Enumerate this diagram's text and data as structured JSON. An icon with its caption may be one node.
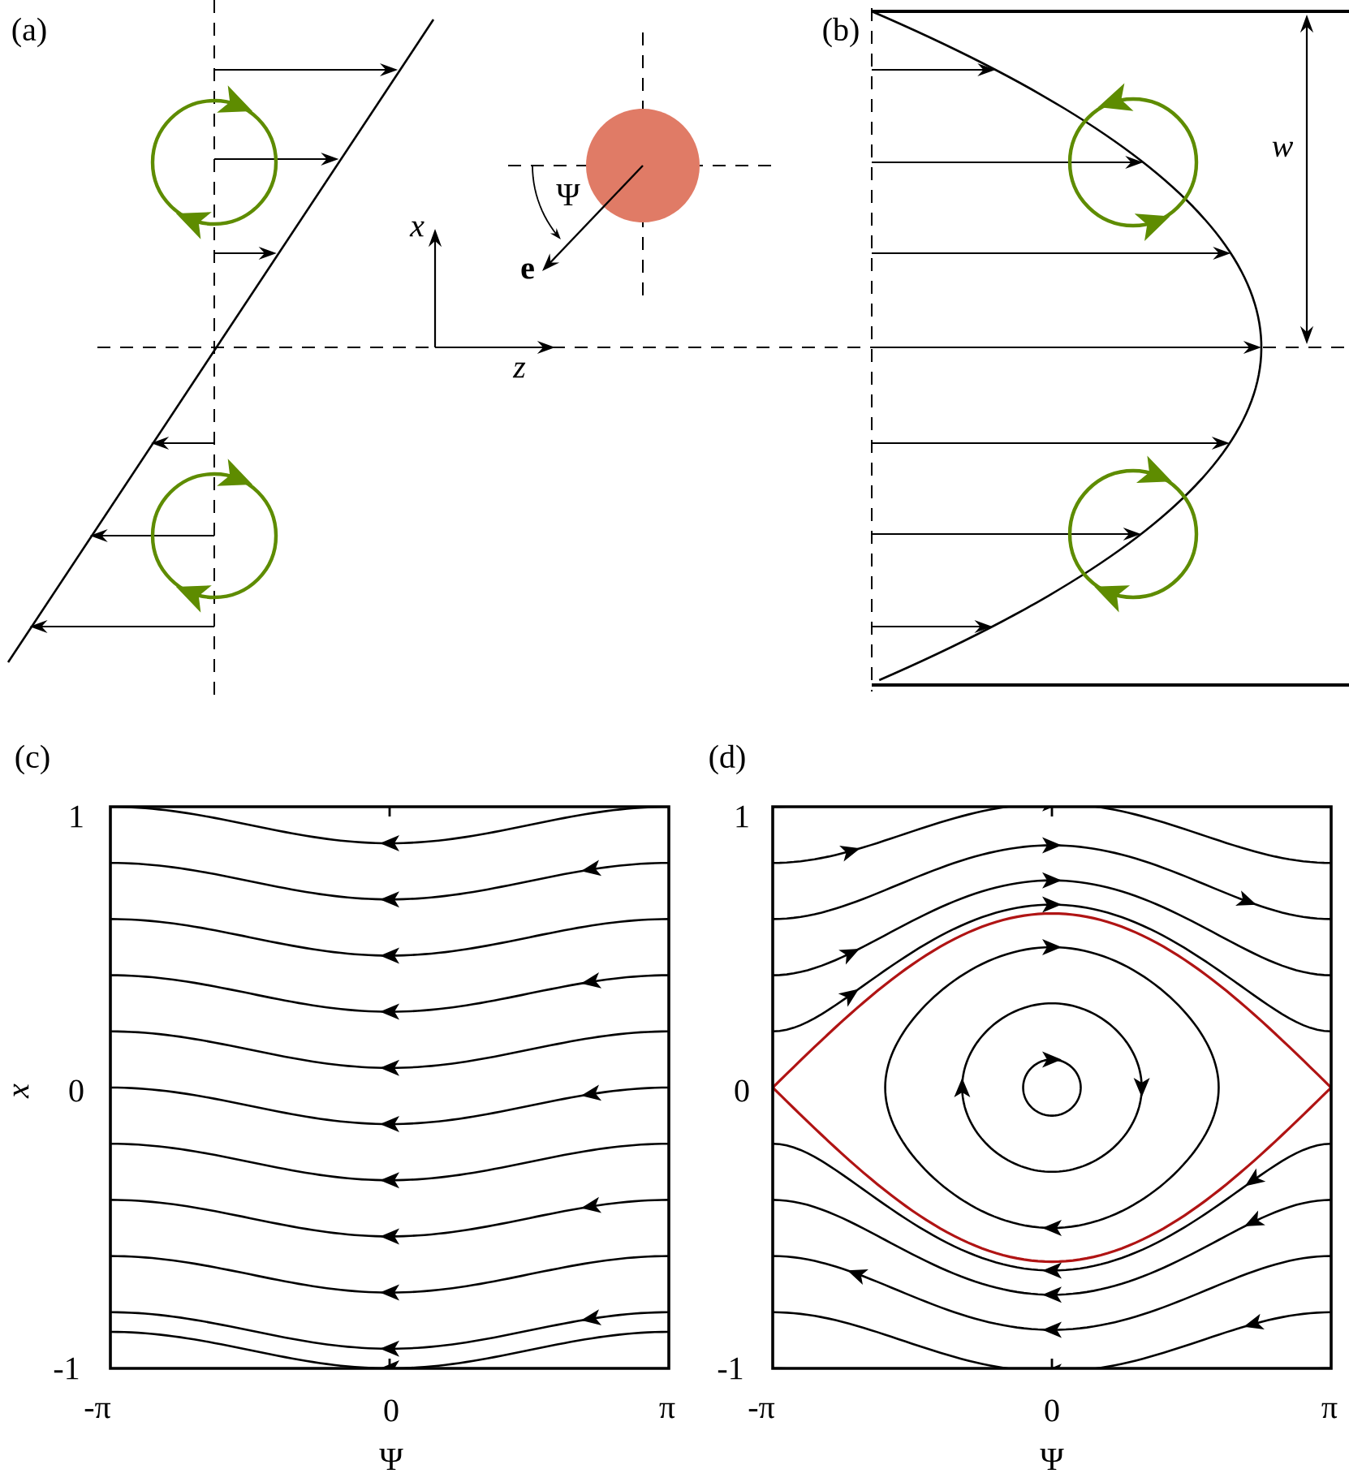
{
  "diagram": {
    "labels": [
      "(a)",
      "x",
      "z",
      "Ψ",
      "e",
      "(b)",
      "w",
      "(c)",
      "1",
      "0",
      "-1",
      "x",
      "-π",
      "0",
      "π",
      "Ψ",
      "(d)",
      "1",
      "0",
      "-1",
      "-π",
      "0",
      "π",
      "Ψ"
    ]
  }
}
